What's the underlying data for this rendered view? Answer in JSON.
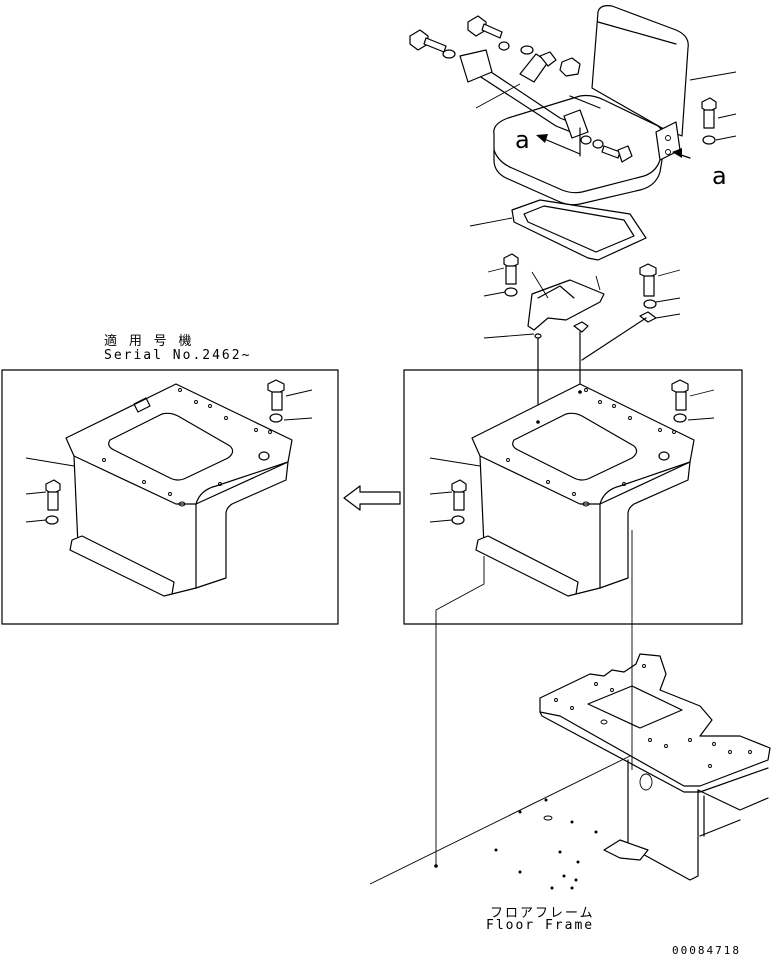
{
  "labels": {
    "serial_jp": "適 用 号 機",
    "serial_en": "Serial No.2462~",
    "floor_jp": "フロアフレーム",
    "floor_en": "Floor Frame",
    "drawing_no": "00084718",
    "callout_1": "a",
    "callout_2": "a"
  },
  "colors": {
    "line": "#000000",
    "background": "#ffffff"
  }
}
